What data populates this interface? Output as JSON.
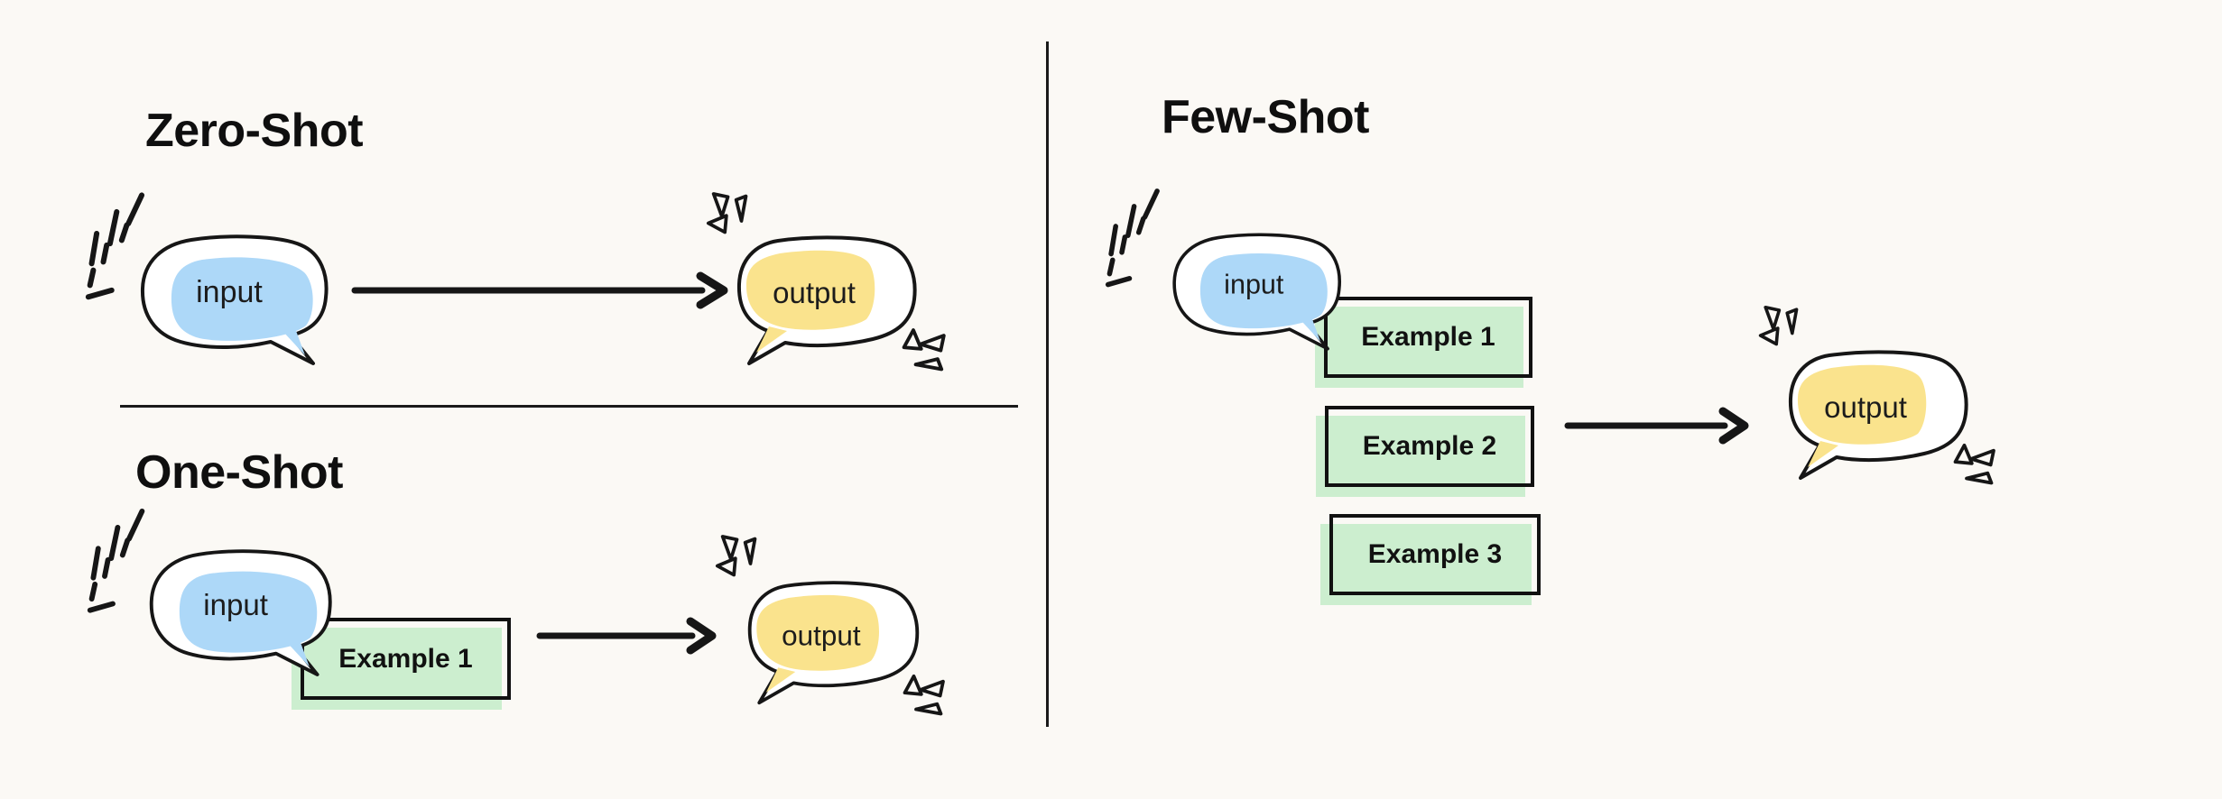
{
  "diagram": {
    "sections": [
      {
        "title": "Zero-Shot",
        "input_label": "input",
        "output_label": "output",
        "examples": []
      },
      {
        "title": "One-Shot",
        "input_label": "input",
        "output_label": "output",
        "examples": [
          "Example 1"
        ]
      },
      {
        "title": "Few-Shot",
        "input_label": "input",
        "output_label": "output",
        "examples": [
          "Example 1",
          "Example 2",
          "Example 3"
        ]
      }
    ],
    "colors": {
      "background": "#fbf9f5",
      "bubble_fill": "#ffffff",
      "input_highlight": "#add8f8",
      "output_highlight": "#fae38d",
      "example_fill": "#cceecf",
      "stroke": "#161616"
    }
  }
}
